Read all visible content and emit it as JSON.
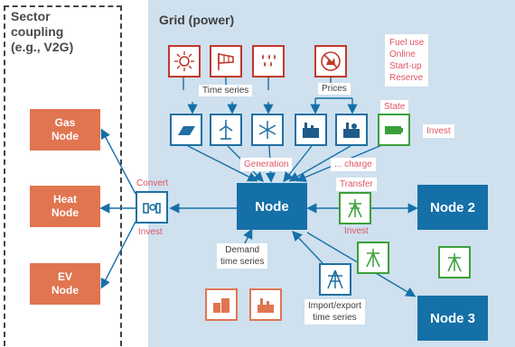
{
  "sector": {
    "title_line1": "Sector",
    "title_line2": "coupling",
    "title_line3": "(e.g., V2G)",
    "nodes": [
      {
        "line1": "Gas",
        "line2": "Node"
      },
      {
        "line1": "Heat",
        "line2": "Node"
      },
      {
        "line1": "EV",
        "line2": "Node"
      }
    ]
  },
  "grid": {
    "title": "Grid (power)",
    "fuel_box": [
      "Fuel use",
      "Online",
      "Start-up",
      "Reserve"
    ],
    "time_series_label": "Time series",
    "prices_label": "Prices",
    "state_label": "State",
    "invest_top": "Invest",
    "generation_label": "Generation",
    "charge_label": "... charge",
    "transfer_label": "Transfer",
    "invest_transfer": "Invest",
    "convert_label": "Convert",
    "invest_convert": "Invest",
    "demand_label_1": "Demand",
    "demand_label_2": "time series",
    "import_label_1": "Import/export",
    "import_label_2": "time series",
    "node_main": "Node",
    "node_2": "Node 2",
    "node_3": "Node 3"
  },
  "colors": {
    "red_icon": "#c0392b",
    "blue": "#1570a8",
    "green": "#3aa03a",
    "orange": "#e07550",
    "panel_bg": "#cfe0ee"
  },
  "icons": {
    "top": [
      "sun-icon",
      "windsock-icon",
      "rain-icon",
      "no-fuel-icon"
    ],
    "generation": [
      "solar-panel-icon",
      "wind-turbine-icon",
      "snowflake-hydro-icon",
      "factory-icon",
      "factory-gas-icon",
      "battery-icon"
    ]
  }
}
